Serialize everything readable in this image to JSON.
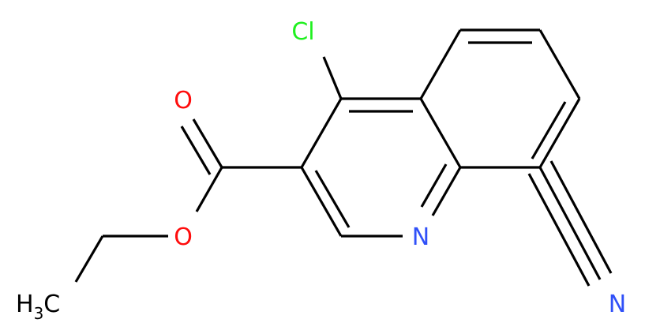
{
  "colors": {
    "bond": "#000000",
    "oxygen": "#ff0d0d",
    "nitrogen": "#3050f8",
    "chlorine": "#1ff01f",
    "carbon": "#000000",
    "background": "#ffffff"
  },
  "atoms": {
    "chlorine": "Cl",
    "carbonyl_oxygen": "O",
    "ester_oxygen": "O",
    "ring_nitrogen": "N",
    "nitrile_nitrogen": "N",
    "methyl": {
      "element": "H",
      "subscript": "3",
      "carbon": "C"
    }
  }
}
